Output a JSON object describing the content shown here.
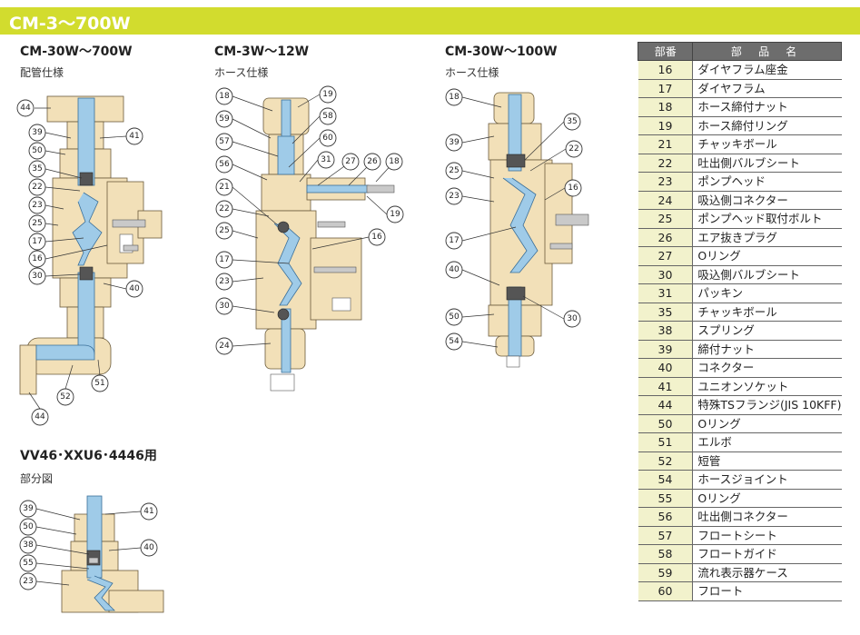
{
  "header": {
    "title": "CM-3〜700W"
  },
  "sections": [
    {
      "title": "CM-30W〜700W",
      "subtitle": "配管仕様"
    },
    {
      "title": "CM-3W〜12W",
      "subtitle": "ホース仕様"
    },
    {
      "title": "CM-30W〜100W",
      "subtitle": "ホース仕様"
    },
    {
      "title": "VV46･XXU6･4446用",
      "subtitle": "部分図"
    }
  ],
  "callouts": {
    "d1": [
      "44",
      "39",
      "50",
      "41",
      "35",
      "22",
      "23",
      "25",
      "17",
      "16",
      "30",
      "40",
      "52",
      "51",
      "44"
    ],
    "d2": [
      "18",
      "19",
      "59",
      "58",
      "57",
      "60",
      "56",
      "31",
      "27",
      "26",
      "18",
      "21",
      "19",
      "22",
      "25",
      "16",
      "17",
      "23",
      "30",
      "24"
    ],
    "d3": [
      "18",
      "35",
      "39",
      "22",
      "25",
      "16",
      "23",
      "17",
      "40",
      "50",
      "30",
      "54"
    ],
    "d4": [
      "39",
      "41",
      "50",
      "38",
      "40",
      "55",
      "23"
    ]
  },
  "parts_table": {
    "headers": {
      "no": "部番",
      "name": "部 品 名"
    },
    "rows": [
      {
        "no": "16",
        "name": "ダイヤフラム座金"
      },
      {
        "no": "17",
        "name": "ダイヤフラム"
      },
      {
        "no": "18",
        "name": "ホース締付ナット"
      },
      {
        "no": "19",
        "name": "ホース締付リング"
      },
      {
        "no": "21",
        "name": "チャッキボール"
      },
      {
        "no": "22",
        "name": "吐出側バルブシート"
      },
      {
        "no": "23",
        "name": "ポンプヘッド"
      },
      {
        "no": "24",
        "name": "吸込側コネクター"
      },
      {
        "no": "25",
        "name": "ポンプヘッド取付ボルト"
      },
      {
        "no": "26",
        "name": "エア抜きプラグ"
      },
      {
        "no": "27",
        "name": "Oリング"
      },
      {
        "no": "30",
        "name": "吸込側バルブシート"
      },
      {
        "no": "31",
        "name": "パッキン"
      },
      {
        "no": "35",
        "name": "チャッキボール"
      },
      {
        "no": "38",
        "name": "スプリング"
      },
      {
        "no": "39",
        "name": "締付ナット"
      },
      {
        "no": "40",
        "name": "コネクター"
      },
      {
        "no": "41",
        "name": "ユニオンソケット"
      },
      {
        "no": "44",
        "name": "特殊TSフランジ(JIS 10KFF)"
      },
      {
        "no": "50",
        "name": "Oリング"
      },
      {
        "no": "51",
        "name": "エルボ"
      },
      {
        "no": "52",
        "name": "短管"
      },
      {
        "no": "54",
        "name": "ホースジョイント"
      },
      {
        "no": "55",
        "name": "Oリング"
      },
      {
        "no": "56",
        "name": "吐出側コネクター"
      },
      {
        "no": "57",
        "name": "フロートシート"
      },
      {
        "no": "58",
        "name": "フロートガイド"
      },
      {
        "no": "59",
        "name": "流れ表示器ケース"
      },
      {
        "no": "60",
        "name": "フロート"
      }
    ]
  }
}
